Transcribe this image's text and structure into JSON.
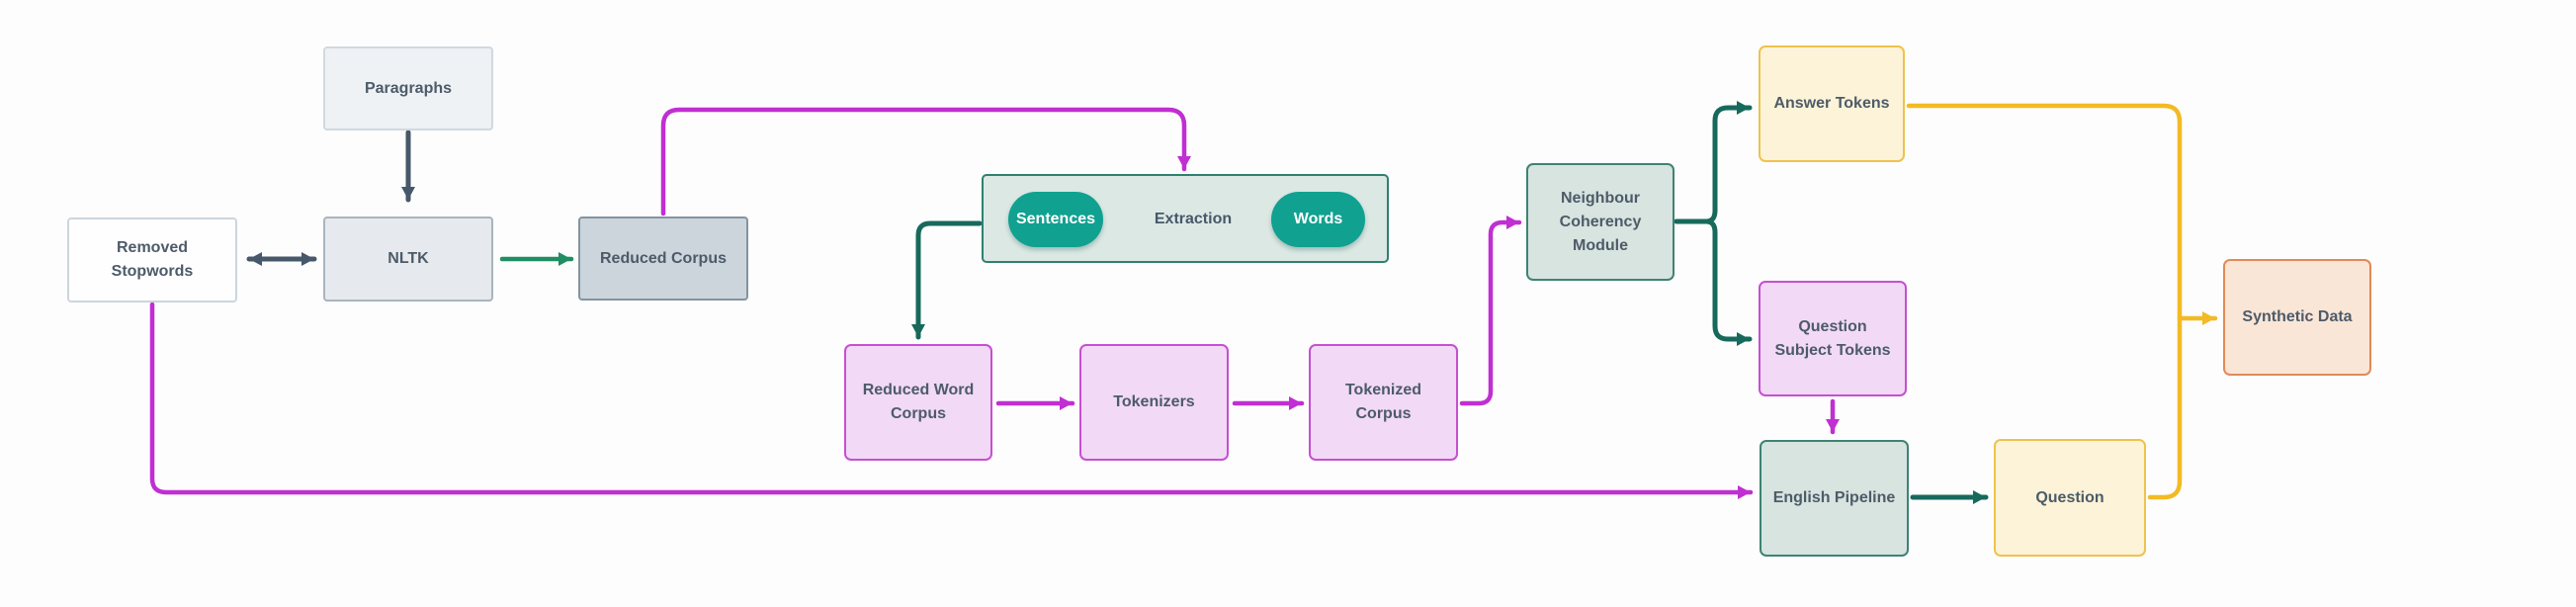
{
  "diagram": {
    "background": "#fdfdfd",
    "nodes": {
      "paragraphs": {
        "label": "Paragraphs"
      },
      "removed_stopwords": {
        "label": "Removed Stopwords"
      },
      "nltk": {
        "label": "NLTK"
      },
      "reduced_corpus": {
        "label": "Reduced Corpus"
      },
      "sentences": {
        "label": "Sentences"
      },
      "extraction": {
        "label": "Extraction"
      },
      "words": {
        "label": "Words"
      },
      "reduced_word_corpus": {
        "label": "Reduced Word Corpus"
      },
      "tokenizers": {
        "label": "Tokenizers"
      },
      "tokenized_corpus": {
        "label": "Tokenized Corpus"
      },
      "neighbour_coherency_module": {
        "label": "Neighbour Coherency Module"
      },
      "answer_tokens": {
        "label": "Answer Tokens"
      },
      "question_subject_tokens": {
        "label": "Question Subject Tokens"
      },
      "english_pipeline": {
        "label": "English Pipeline"
      },
      "question": {
        "label": "Question"
      },
      "synthetic_data": {
        "label": "Synthetic Data"
      }
    },
    "edges": [
      {
        "from": "Paragraphs",
        "to": "NLTK",
        "color": "slate",
        "arrow": "single"
      },
      {
        "from": "Removed Stopwords",
        "to": "NLTK",
        "color": "slate",
        "arrow": "double"
      },
      {
        "from": "NLTK",
        "to": "Reduced Corpus",
        "color": "green",
        "arrow": "single"
      },
      {
        "from": "Reduced Corpus",
        "to": "Sentence Extraction Group",
        "color": "magenta",
        "arrow": "single"
      },
      {
        "from": "Sentences",
        "to": "Extraction",
        "color": "slate",
        "arrow": "none"
      },
      {
        "from": "Extraction",
        "to": "Words",
        "color": "slate",
        "arrow": "single"
      },
      {
        "from": "Sentence Extraction Group",
        "to": "Reduced Word Corpus",
        "color": "teal",
        "arrow": "single"
      },
      {
        "from": "Reduced Word Corpus",
        "to": "Tokenizers",
        "color": "magenta",
        "arrow": "single"
      },
      {
        "from": "Tokenizers",
        "to": "Tokenized Corpus",
        "color": "magenta",
        "arrow": "single"
      },
      {
        "from": "Tokenized Corpus",
        "to": "Neighbour Coherency Module",
        "color": "magenta",
        "arrow": "single"
      },
      {
        "from": "Neighbour Coherency Module",
        "to": "Answer Tokens",
        "color": "teal",
        "arrow": "single"
      },
      {
        "from": "Neighbour Coherency Module",
        "to": "Question Subject Tokens",
        "color": "teal",
        "arrow": "single"
      },
      {
        "from": "Question Subject Tokens",
        "to": "English Pipeline",
        "color": "magenta",
        "arrow": "single"
      },
      {
        "from": "Removed Stopwords",
        "to": "English Pipeline",
        "color": "magenta",
        "arrow": "single"
      },
      {
        "from": "English Pipeline",
        "to": "Question",
        "color": "teal",
        "arrow": "single"
      },
      {
        "from": "Answer Tokens",
        "to": "Synthetic Data",
        "color": "yellow",
        "arrow": "single"
      },
      {
        "from": "Question",
        "to": "Synthetic Data",
        "color": "yellow",
        "arrow": "single"
      }
    ],
    "colors": {
      "magenta": "#c02fd2",
      "slate": "#46586a",
      "green": "#1f8e63",
      "teal_dark": "#17695c",
      "teal_pill": "#10a191",
      "yellow_line": "#f3ba25",
      "yellow_box_border": "#eec34d",
      "yellow_box_fill": "#fcf3d8",
      "purple_box_border": "#c64fd2",
      "purple_box_fill": "#f2d9f6",
      "teal_box_border": "#3e8374",
      "teal_box_fill": "#d7e4df",
      "orange_box_border": "#df8b58",
      "orange_box_fill": "#fae6d7",
      "text": "#4d5b69"
    }
  }
}
